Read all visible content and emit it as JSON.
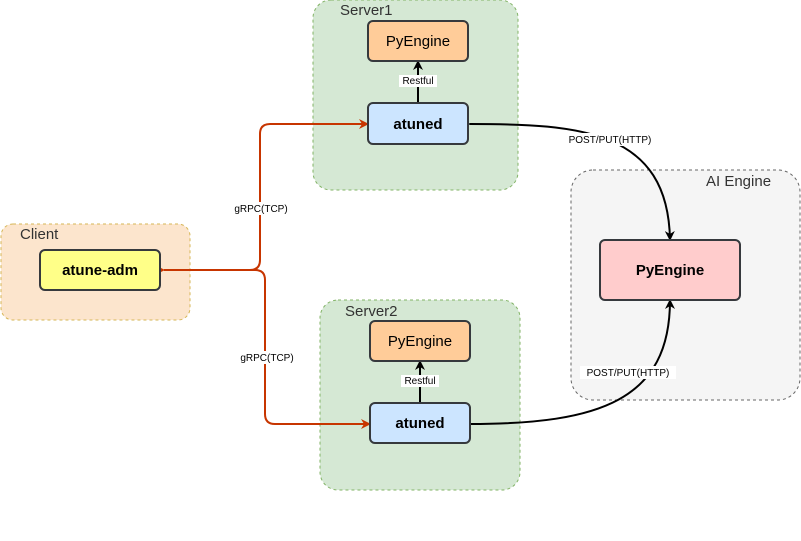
{
  "groups": {
    "client": {
      "label": "Client",
      "fill": "#fce5cd",
      "stroke": "#d6b656"
    },
    "server1": {
      "label": "Server1",
      "fill": "#d5e8d4",
      "stroke": "#82b366"
    },
    "server2": {
      "label": "Server2",
      "fill": "#d5e8d4",
      "stroke": "#82b366"
    },
    "ai_engine": {
      "label": "AI Engine",
      "fill": "#f5f5f5",
      "stroke": "#666666"
    }
  },
  "nodes": {
    "atune_adm": {
      "label": "atune-adm",
      "fill": "#ffff88",
      "stroke": "#36393d"
    },
    "server1_pyengine": {
      "label": "PyEngine",
      "fill": "#ffcc99",
      "stroke": "#36393d"
    },
    "server1_atuned": {
      "label": "atuned",
      "fill": "#cce5ff",
      "stroke": "#36393d"
    },
    "server2_pyengine": {
      "label": "PyEngine",
      "fill": "#ffcc99",
      "stroke": "#36393d"
    },
    "server2_atuned": {
      "label": "atuned",
      "fill": "#cce5ff",
      "stroke": "#36393d"
    },
    "ai_pyengine": {
      "label": "PyEngine",
      "fill": "#ffcccc",
      "stroke": "#36393d"
    }
  },
  "edges": {
    "grpc_server1": {
      "label": "gRPC(TCP)",
      "color": "#c73500"
    },
    "grpc_server2": {
      "label": "gRPC(TCP)",
      "color": "#c73500"
    },
    "restful_server1": {
      "label": "Restful",
      "color": "#000000"
    },
    "restful_server2": {
      "label": "Restful",
      "color": "#000000"
    },
    "http_server1": {
      "label": "POST/PUT(HTTP)",
      "color": "#000000"
    },
    "http_server2": {
      "label": "POST/PUT(HTTP)",
      "color": "#000000"
    }
  }
}
